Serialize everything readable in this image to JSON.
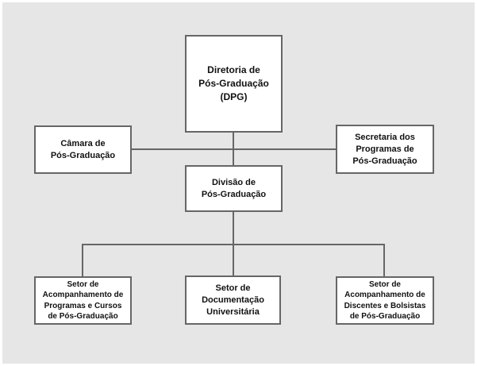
{
  "colors": {
    "canvas_bg": "#e6e6e6",
    "frame": "#ffffff",
    "node_fill": "#ffffff",
    "node_border": "#666666",
    "connector": "#666666",
    "text": "#111111"
  },
  "diagram": {
    "type": "org-chart",
    "nodes": {
      "dpg": {
        "label": "Diretoria de Pós-Graduação (DPG)",
        "lines": [
          "Diretoria de",
          "Pós-Graduação",
          "(DPG)"
        ]
      },
      "camara": {
        "label": "Câmara de Pós-Graduação",
        "lines": [
          "Câmara de",
          "Pós-Graduação"
        ]
      },
      "secretaria": {
        "label": "Secretaria dos Programas de Pós-Graduação",
        "lines": [
          "Secretaria dos",
          "Programas de",
          "Pós-Graduação"
        ]
      },
      "divisao": {
        "label": "Divisão de Pós-Graduação",
        "lines": [
          "Divisão de",
          "Pós-Graduação"
        ]
      },
      "setor_programas": {
        "label": "Setor de Acompanhamento de Programas e Cursos de Pós-Graduação",
        "lines": [
          "Setor de",
          "Acompanhamento de",
          "Programas e Cursos",
          "de Pós-Graduação"
        ]
      },
      "setor_documentacao": {
        "label": "Setor de Documentação Universitária",
        "lines": [
          "Setor de",
          "Documentação",
          "Universitária"
        ]
      },
      "setor_discentes": {
        "label": "Setor de Acompanhamento de Discentes e Bolsistas de Pós-Graduação",
        "lines": [
          "Setor de",
          "Acompanhamento de",
          "Discentes e Bolsistas",
          "de Pós-Graduação"
        ]
      }
    },
    "edges": [
      {
        "from": "dpg",
        "to": "divisao",
        "style": "vertical"
      },
      {
        "from": "camara",
        "to": "secretaria",
        "style": "horizontal-through-trunk"
      },
      {
        "from": "divisao",
        "to": "setor_programas",
        "style": "elbow"
      },
      {
        "from": "divisao",
        "to": "setor_documentacao",
        "style": "vertical"
      },
      {
        "from": "divisao",
        "to": "setor_discentes",
        "style": "elbow"
      }
    ]
  }
}
